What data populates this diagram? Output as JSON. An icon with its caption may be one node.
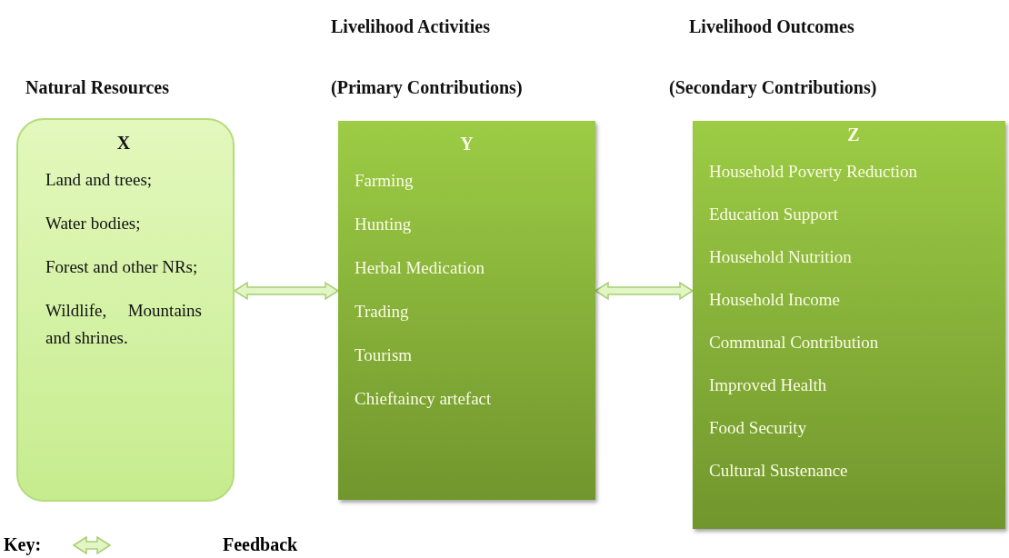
{
  "diagram": {
    "nodes": [
      {
        "text": [
          "Natural Resources",
          "X",
          "Land and trees;",
          "Water bodies;",
          "Forest and other NRs;",
          "Wildlife, Mountains and shrines."
        ]
      },
      {
        "text": [
          "Livelihood Activities",
          "(Primary Contributions)",
          "Y",
          "Farming",
          "Hunting",
          "Herbal Medication",
          "Trading",
          "Tourism",
          "Chieftaincy artefact"
        ]
      },
      {
        "text": [
          "Livelihood Outcomes",
          "(Secondary Contributions)",
          "Z",
          "Household Poverty Reduction",
          "Education Support",
          "Household Nutrition",
          "Household Income",
          "Communal Contribution",
          "Improved Health",
          "Food Security",
          "Cultural Sustenance"
        ]
      }
    ],
    "edges": [
      {
        "from": 0,
        "to": 1,
        "arrow": "both"
      },
      {
        "from": 1,
        "to": 2,
        "arrow": "both"
      }
    ],
    "labels": [
      "Key:"
    ],
    "legend": [
      {
        "text": "Feedback"
      }
    ]
  }
}
